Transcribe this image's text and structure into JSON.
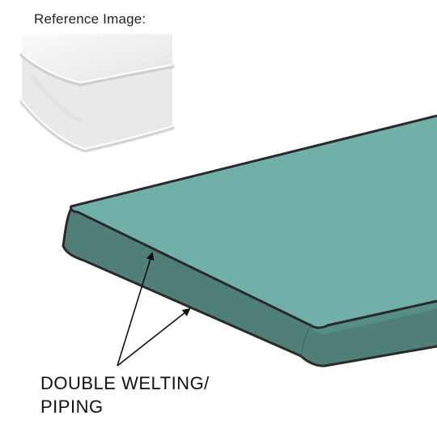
{
  "reference": {
    "label": "Reference Image:"
  },
  "callout": {
    "line1": "DOUBLE WELTING/",
    "line2": "PIPING"
  },
  "colors": {
    "cushion_top": "#70b0a8",
    "cushion_side": "#4f7f77",
    "cushion_front_lip": "#5d9890",
    "outline": "#2a2a2a",
    "reference_bg": "#f2f2f2"
  }
}
